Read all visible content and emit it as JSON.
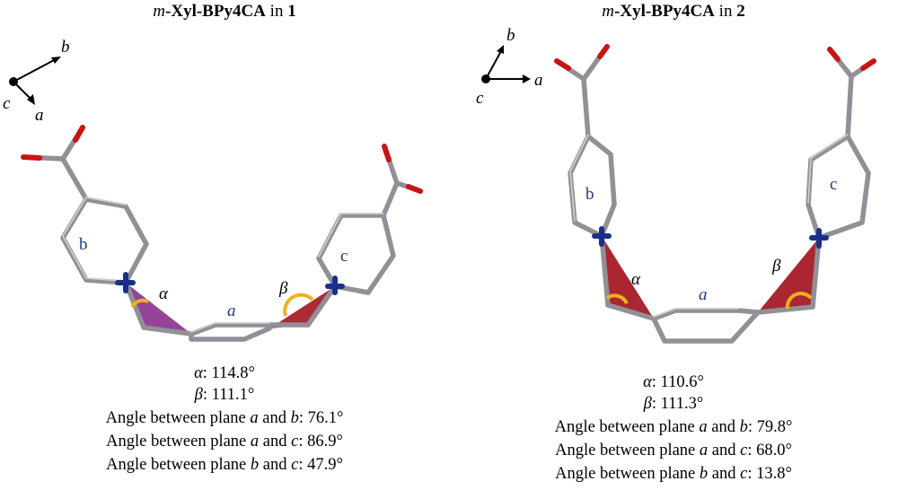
{
  "panels": [
    {
      "title_prefix": "m",
      "title_mid": "-Xyl-BPy4CA",
      "title_in": " in ",
      "title_num": "1",
      "axes": {
        "c": "c",
        "a": "a",
        "b": "b"
      },
      "ring_labels": {
        "a": "a",
        "b": "b",
        "c": "c"
      },
      "angle_labels": {
        "alpha": "α",
        "beta": "β"
      },
      "alpha_label": "α",
      "alpha_value": ": 114.8°",
      "beta_label": "β",
      "beta_value": ": 111.1°",
      "plane_lines": [
        {
          "prefix": "Angle between plane ",
          "p1": "a",
          "mid": " and ",
          "p2": "b",
          "value": ": 76.1°"
        },
        {
          "prefix": "Angle between plane ",
          "p1": "a",
          "mid": " and ",
          "p2": "c",
          "value": ": 86.9°"
        },
        {
          "prefix": "Angle between plane ",
          "p1": "b",
          "mid": " and ",
          "p2": "c",
          "value": ": 47.9°"
        }
      ]
    },
    {
      "title_prefix": "m",
      "title_mid": "-Xyl-BPy4CA",
      "title_in": " in ",
      "title_num": "2",
      "axes": {
        "c": "c",
        "a": "a",
        "b": "b"
      },
      "ring_labels": {
        "a": "a",
        "b": "b",
        "c": "c"
      },
      "angle_labels": {
        "alpha": "α",
        "beta": "β"
      },
      "alpha_label": "α",
      "alpha_value": ": 110.6°",
      "beta_label": "β",
      "beta_value": ": 111.3°",
      "plane_lines": [
        {
          "prefix": "Angle between plane ",
          "p1": "a",
          "mid": " and ",
          "p2": "b",
          "value": ": 79.8°"
        },
        {
          "prefix": "Angle between plane ",
          "p1": "a",
          "mid": " and ",
          "p2": "c",
          "value": ": 68.0°"
        },
        {
          "prefix": "Angle between plane ",
          "p1": "b",
          "mid": " and ",
          "p2": "c",
          "value": ": 13.8°"
        }
      ]
    }
  ],
  "colors": {
    "carbon": "#8e8e94",
    "carbon_hi": "#c4c4c8",
    "nitrogen": "#1a2f8a",
    "oxygen": "#c81414",
    "plane_purple": "#8a2f8c",
    "plane_red": "#a3141e",
    "arc": "#f0b020",
    "ring_label": "#1f3d7a"
  }
}
